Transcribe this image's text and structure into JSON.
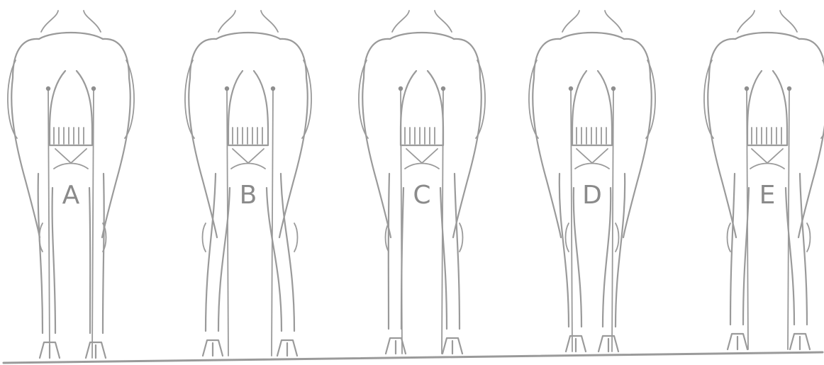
{
  "figure": {
    "colors": {
      "ink": "#9a9a9a",
      "background": "#ffffff"
    },
    "panels": [
      {
        "label": "A"
      },
      {
        "label": "B"
      },
      {
        "label": "C"
      },
      {
        "label": "D"
      },
      {
        "label": "E"
      }
    ]
  }
}
